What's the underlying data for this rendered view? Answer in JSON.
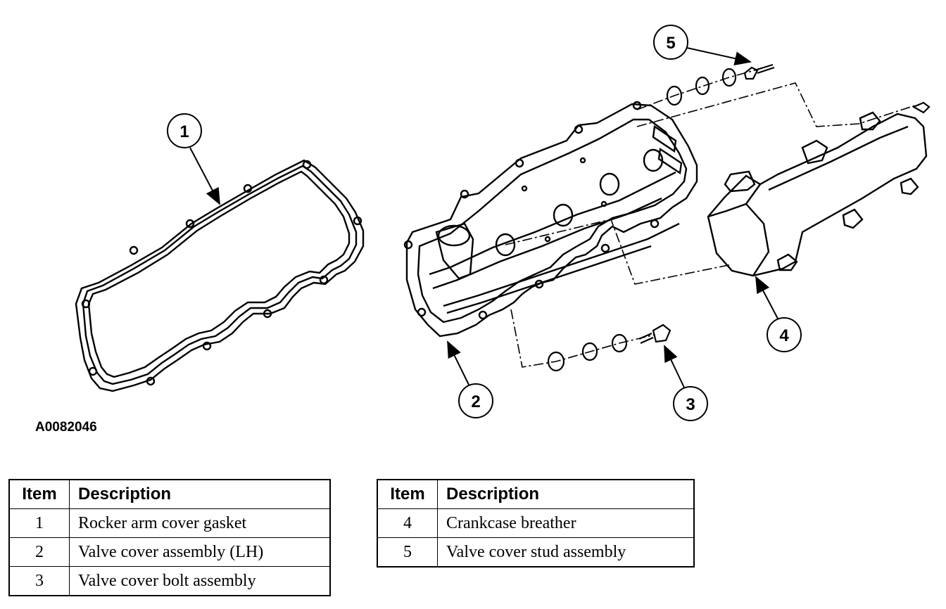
{
  "figure_id": "A0082046",
  "callouts": [
    "1",
    "2",
    "3",
    "4",
    "5"
  ],
  "tables": [
    {
      "headers": {
        "item": "Item",
        "description": "Description"
      },
      "rows": [
        {
          "item": "1",
          "description": "Rocker arm cover gasket"
        },
        {
          "item": "2",
          "description": "Valve cover assembly (LH)"
        },
        {
          "item": "3",
          "description": "Valve cover bolt assembly"
        }
      ]
    },
    {
      "headers": {
        "item": "Item",
        "description": "Description"
      },
      "rows": [
        {
          "item": "4",
          "description": "Crankcase breather"
        },
        {
          "item": "5",
          "description": "Valve cover stud assembly"
        }
      ]
    }
  ]
}
